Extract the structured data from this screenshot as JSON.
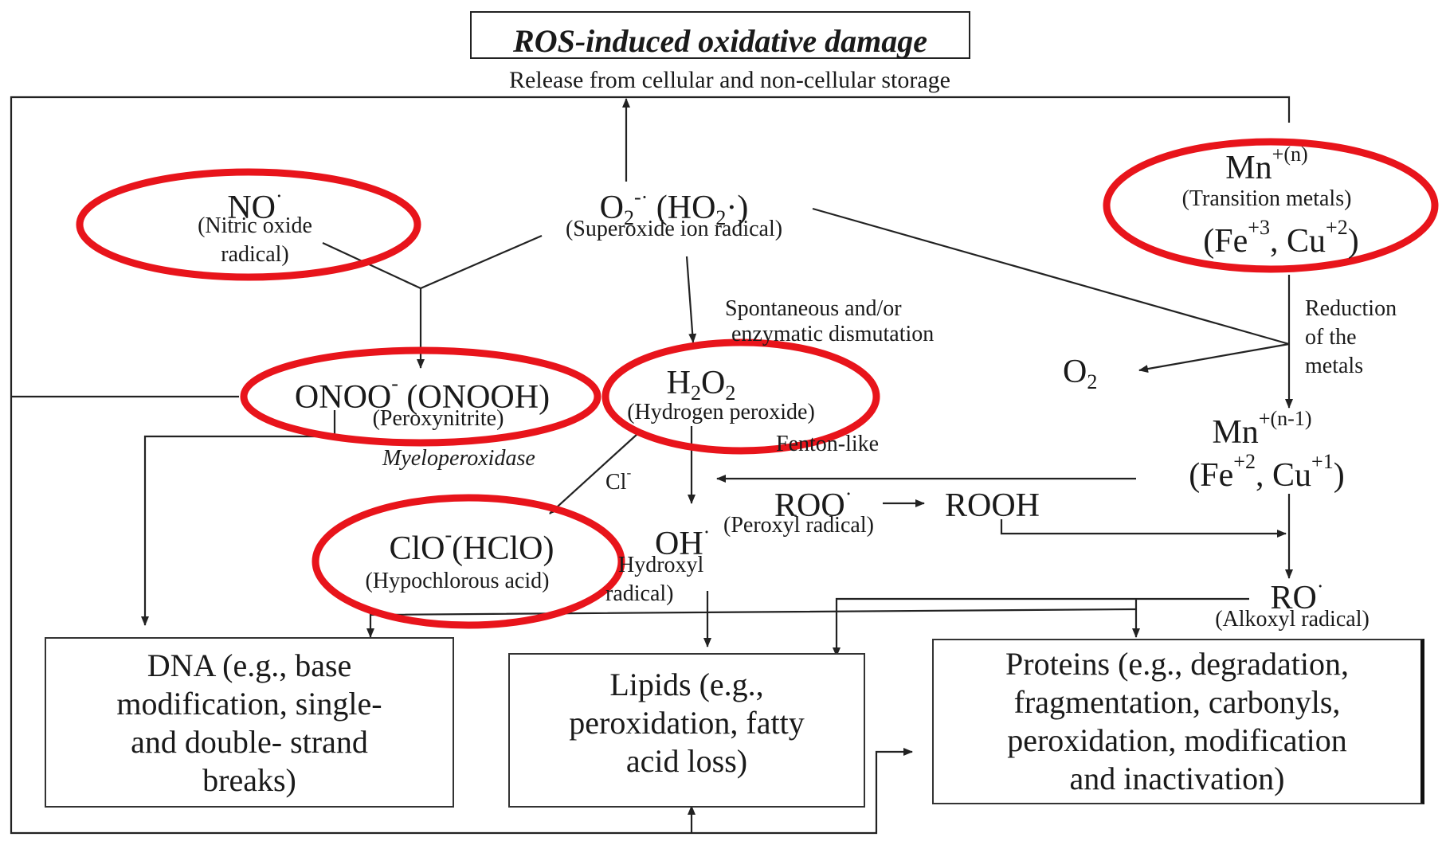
{
  "title": "ROS-induced oxidative damage",
  "release_label": "Release from cellular and non-cellular storage",
  "species": {
    "no": {
      "formula": "NO",
      "sup": "·",
      "name_line1": "(Nitric oxide",
      "name_line2": "radical)"
    },
    "superoxide": {
      "formula_main": "O",
      "formula_sub": "2",
      "formula_sup": "-·",
      "formula_alt": "(HO",
      "formula_alt_sub": "2",
      "formula_alt_end": "·)",
      "name": "(Superoxide ion radical)"
    },
    "mn_n": {
      "formula": "Mn",
      "sup": "+(n)",
      "name": "(Transition metals)",
      "ions": "(Fe",
      "fe_charge": "+3",
      "sep": ", Cu",
      "cu_charge": "+2",
      "close": ")"
    },
    "peroxynitrite": {
      "formula": "ONOO",
      "sup": "-",
      "alt": "(ONOOH)",
      "name": "(Peroxynitrite)"
    },
    "h2o2": {
      "h": "H",
      "sub1": "2",
      "o": "O",
      "sub2": "2",
      "name": "(Hydrogen peroxide)"
    },
    "o2": {
      "o": "O",
      "sub": "2"
    },
    "mn_n1": {
      "formula": "Mn",
      "sup": "+(n-1)",
      "ions": "(Fe",
      "fe_charge": "+2",
      "sep": ", Cu",
      "cu_charge": "+1",
      "close": ")"
    },
    "hypochlorous": {
      "formula": "ClO",
      "sup": "-",
      "alt": "(HClO)",
      "name": "(Hypochlorous acid)"
    },
    "hydroxyl": {
      "formula": "OH",
      "sup": "·",
      "name_line1": "Hydroxyl",
      "name_line2": "radical)"
    },
    "peroxyl": {
      "formula": "ROO",
      "sup": "·",
      "name": "(Peroxyl radical)"
    },
    "rooh": {
      "formula": "ROOH"
    },
    "alkoxyl": {
      "formula": "RO",
      "sup": "·",
      "name": "(Alkoxyl radical)"
    }
  },
  "notes": {
    "dismutation_line1": "Spontaneous and/or",
    "dismutation_line2": "enzymatic dismutation",
    "reduction_line1": "Reduction",
    "reduction_line2": "of the",
    "reduction_line3": "metals",
    "myeloperoxidase": "Myeloperoxidase",
    "chloride": "Cl",
    "chloride_sup": "-",
    "fenton": "Fenton-like"
  },
  "targets": {
    "dna": [
      "DNA (e.g., base",
      "modification, single-",
      "and double- strand",
      "breaks)"
    ],
    "lipids": [
      "Lipids (e.g.,",
      "peroxidation, fatty",
      "acid loss)"
    ],
    "proteins": [
      "Proteins (e.g., degradation,",
      "fragmentation, carbonyls,",
      "peroxidation, modification",
      "and inactivation)"
    ]
  },
  "colors": {
    "highlight": "#e8141b",
    "line": "#222222"
  }
}
